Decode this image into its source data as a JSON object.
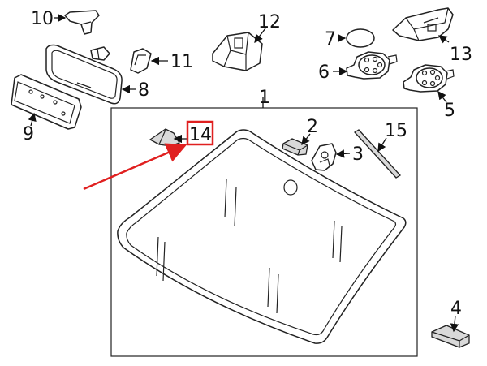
{
  "callouts": {
    "c1": "1",
    "c2": "2",
    "c3": "3",
    "c4": "4",
    "c5": "5",
    "c6": "6",
    "c7": "7",
    "c8": "8",
    "c9": "9",
    "c10": "10",
    "c11": "11",
    "c12": "12",
    "c13": "13",
    "c14": "14",
    "c15": "15"
  },
  "colors": {
    "line": "#222222",
    "highlight": "#e02020"
  }
}
